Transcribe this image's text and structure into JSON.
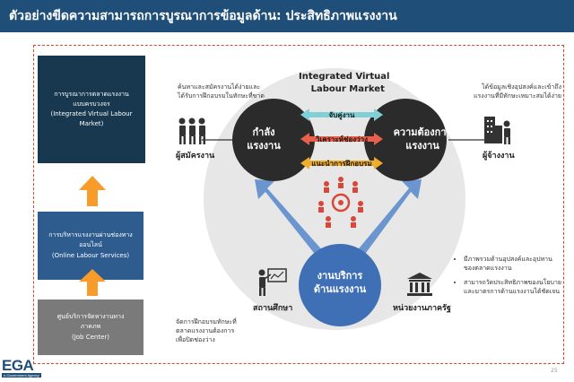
{
  "header": {
    "title": "ตัวอย่างขีดความสามารถการบูรณาการข้อมูลด้าน: ประสิทธิภาพแรงงาน"
  },
  "stack": {
    "ivlm": [
      "การบูรณาการตลาดแรงงาน",
      "แบบครบวงจร",
      "(Integrated Virtual Labour",
      "Market)"
    ],
    "ols": [
      "การบริหารแรงงานผ่านช่องทาง",
      "ออนไลน์",
      "(Online Labour Services)"
    ],
    "jc": [
      "ศูนย์บริการจัดหางานทาง",
      "ภาคภพ",
      "(Job Center)"
    ]
  },
  "center": {
    "title_line1": "Integrated Virtual",
    "title_line2": "Labour Market"
  },
  "supply": {
    "line1": "กำลัง",
    "line2": "แรงงาน"
  },
  "demand": {
    "line1": "ความต้องการ",
    "line2": "แรงงาน"
  },
  "service": {
    "line1": "งานบริการ",
    "line2": "ด้านแรงงาน"
  },
  "arrows": [
    "จับคู่งาน",
    "วิเคราะห์ช่องว่าง",
    "แนะนำการฝึกอบรม"
  ],
  "arrow_colors": [
    "#7fd1d6",
    "#e8604c",
    "#f0ad2b"
  ],
  "labels": {
    "jobseeker": "ผู้สมัครงาน",
    "employer": "ผู้จ้างงาน",
    "education": "สถานศึกษา",
    "government": "หน่วยงานภาครัฐ",
    "top_left": [
      "ค้นหาและสมัครงานได้ง่ายและ",
      "ได้รับการฝึกอบรมในทักษะที่ขาด"
    ],
    "top_right": [
      "ได้ข้อมูลเชิงอุปสงค์และเข้าถึง",
      "แรงงานที่มีทักษะเหมาะสมได้ง่าย"
    ],
    "bottom_left": [
      "จัดการฝึกอบรมทักษะที่",
      "ตลาดแรงงานต้องการ",
      "เพื่อปิดช่องว่าง"
    ]
  },
  "bullets": [
    "มีภาพรวมด้านอุปสงค์และอุปทานของตลาดแรงงาน",
    "สามารถวัดประสิทธิภาพของนโยบายและมาตรการด้านแรงงานได้ชัดเจน"
  ],
  "logo": {
    "name": "EGA",
    "tagline": "e-Government Agency"
  },
  "page_number": "25",
  "colors": {
    "header_bg": "#1f4e79",
    "dark_circle": "#2b2b2b",
    "service_circle": "#3f6fb5",
    "frame": "#d24726",
    "up_arrow": "#f79c2b",
    "big_circle": "#e7e7e7"
  }
}
